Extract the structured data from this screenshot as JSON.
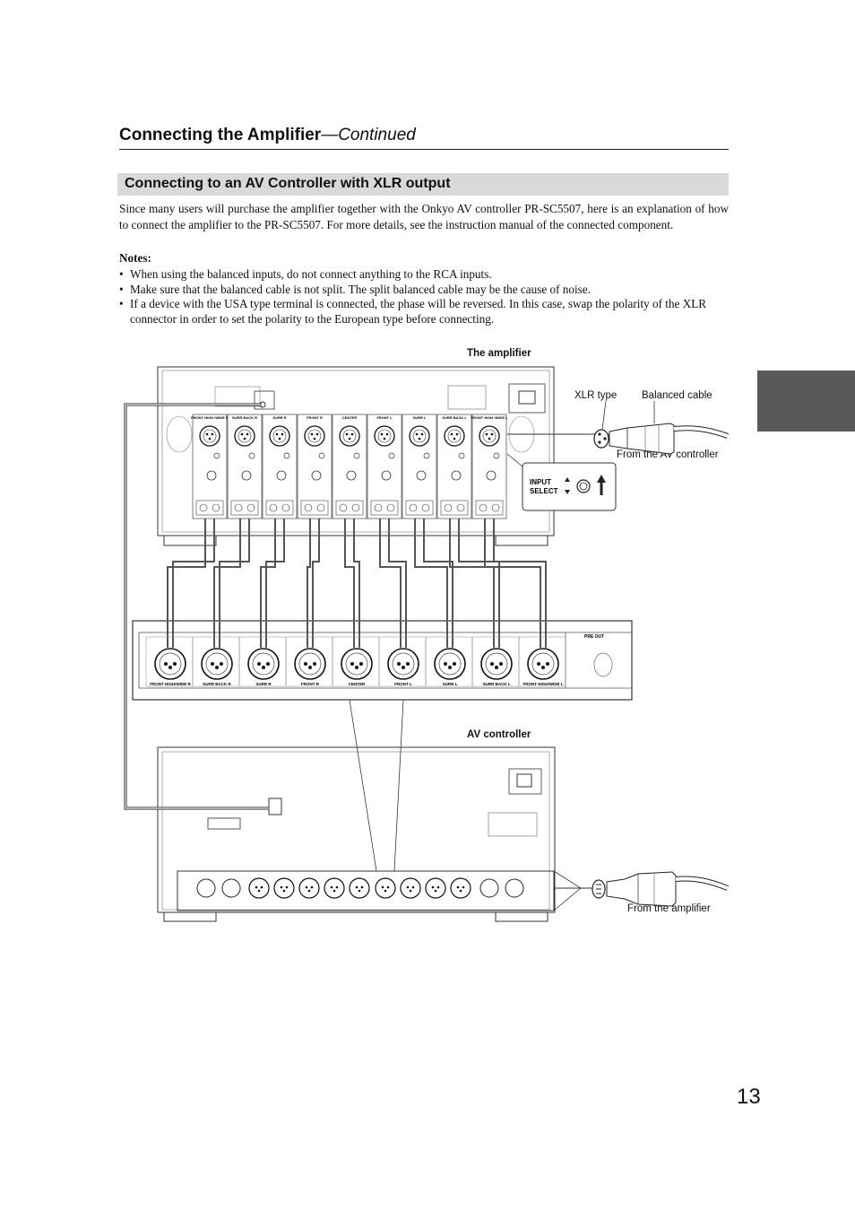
{
  "header": {
    "title": "Connecting the Amplifier",
    "continued": "—Continued"
  },
  "section": {
    "title": "Connecting to an AV Controller with XLR output"
  },
  "intro": "Since many users will purchase the amplifier together with the Onkyo AV controller PR-SC5507, here is an explanation of how to connect the amplifier to the PR-SC5507. For more details, see the instruction manual of the connected component.",
  "notes": {
    "title": "Notes:",
    "items": [
      "When using the balanced inputs, do not connect anything to the RCA inputs.",
      "Make sure that the balanced cable is not split. The split balanced cable may be the cause of noise.",
      "If a device with the USA type terminal is connected, the phase will be reversed. In this case, swap the polarity of the XLR connector in order to set the polarity to the European type before connecting."
    ]
  },
  "diagram": {
    "amplifier_label": "The amplifier",
    "xlr_type_label": "XLR type",
    "balanced_cable_label": "Balanced cable",
    "from_av_controller_label": "From the AV controller",
    "input_select_label_1": "INPUT",
    "input_select_label_2": "SELECT",
    "av_controller_label": "AV controller",
    "from_amplifier_label": "From the amplifier",
    "pre_out_label": "PRE OUT",
    "channels": [
      "FRONT HIGH/WIDE R",
      "SURR BACK R",
      "SURR R",
      "FRONT R",
      "CENTER",
      "FRONT L",
      "SURR L",
      "SURR BACK L",
      "FRONT HIGH/WIDE L"
    ],
    "amp_channels": [
      "FRONT HIGH /WIDE R",
      "SURR BACK R",
      "SURR R",
      "FRONT R",
      "CENTER",
      "FRONT L",
      "SURR L",
      "SURR BACK L",
      "FRONT HIGH /WIDE L"
    ]
  },
  "page_number": "13",
  "colors": {
    "section_bar": "#d9d9d9",
    "side_tab": "#595959",
    "wire": "#555555"
  }
}
